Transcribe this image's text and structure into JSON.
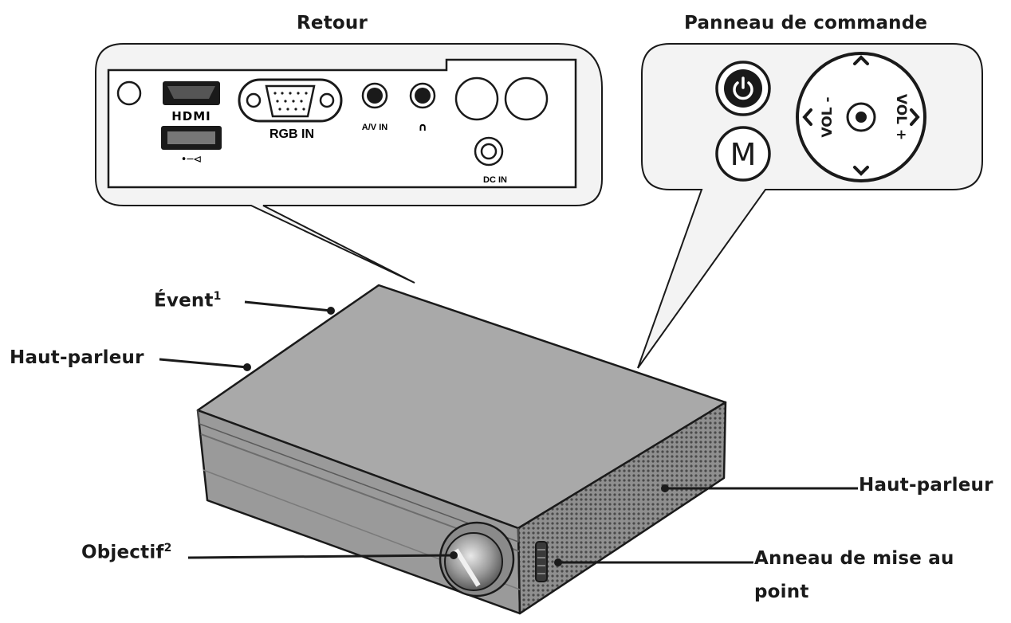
{
  "callouts": {
    "back_title": "Retour",
    "panel_title": "Panneau de commande"
  },
  "back_panel": {
    "hdmi": "HDMI",
    "rgb_in": "RGB IN",
    "av_in": "A/V IN",
    "headphone_symbol": "∩",
    "dc_in": "DC IN",
    "usb_symbol": "•─⊲"
  },
  "control_panel": {
    "menu_button": "M",
    "vol_minus": "VOL -",
    "vol_plus": "VOL +",
    "icons": [
      "power-icon",
      "chevron-up-icon",
      "chevron-down-icon",
      "chevron-left-icon",
      "chevron-right-icon",
      "ok-icon"
    ]
  },
  "labels": {
    "vent": "Évent",
    "vent_note": "1",
    "speaker_left": "Haut-parleur",
    "speaker_right": "Haut-parleur",
    "lens": "Objectif",
    "lens_note": "2",
    "focus_ring_line1": "Anneau de mise au",
    "focus_ring_line2": "point"
  }
}
